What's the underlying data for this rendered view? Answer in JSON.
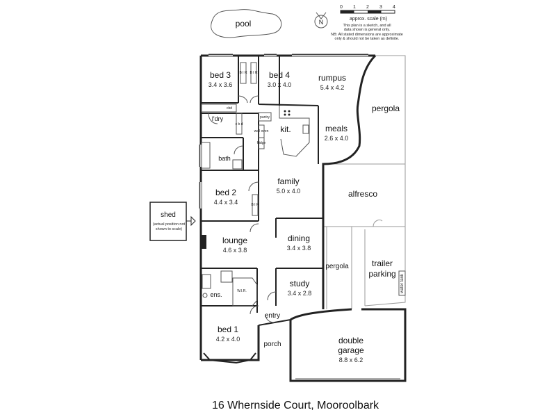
{
  "address": "16 Whernside Court, Mooroolbark",
  "pool_label": "pool",
  "scale": {
    "ticks": [
      "0",
      "1",
      "2",
      "3",
      "4"
    ],
    "label": "approx. scale (m)",
    "note_lines": [
      "This plan is a sketch, and all",
      "data shown is general only.",
      "NB: All stated dimensions are approximate",
      "only & should not be taken as definite."
    ]
  },
  "compass_letter": "N",
  "rooms": {
    "bed3": {
      "name": "bed 3",
      "dims": "3.4 x 3.6"
    },
    "bed4": {
      "name": "bed 4",
      "dims": "3.0 x 4.0"
    },
    "rumpus": {
      "name": "rumpus",
      "dims": "5.4 x 4.2"
    },
    "pergola_top": {
      "name": "pergola"
    },
    "meals": {
      "name": "meals",
      "dims": "2.6 x 4.0"
    },
    "kit": {
      "name": "kit."
    },
    "ldry": {
      "name": "l'dry"
    },
    "bath": {
      "name": "bath"
    },
    "family": {
      "name": "family",
      "dims": "5.0 x 4.0"
    },
    "alfresco": {
      "name": "alfresco"
    },
    "bed2": {
      "name": "bed 2",
      "dims": "4.4 x 3.4"
    },
    "shed": {
      "name": "shed",
      "note_line1": "(actual position not",
      "note_line2": "shown to scale)"
    },
    "lounge": {
      "name": "lounge",
      "dims": "4.6 x 3.8"
    },
    "dining": {
      "name": "dining",
      "dims": "3.4 x 3.8"
    },
    "pergola_mid": {
      "name": "pergola"
    },
    "trailer": {
      "name_line1": "trailer",
      "name_line2": "parking"
    },
    "water_tank": {
      "name": "water tank"
    },
    "study": {
      "name": "study",
      "dims": "3.4 x 2.8"
    },
    "ens": {
      "name": "ens."
    },
    "wir": {
      "name": "W.I.R."
    },
    "entry": {
      "name": "entry"
    },
    "bed1": {
      "name": "bed 1",
      "dims": "4.2 x 4.0"
    },
    "porch": {
      "name": "porch"
    },
    "garage": {
      "name_line1": "double",
      "name_line2": "garage",
      "dims": "8.8 x 6.2"
    }
  },
  "fixtures": {
    "bir_left": "B I R",
    "bir_right": "B I R",
    "bir_bed2": "B I R",
    "pantry": "pantry",
    "wall_oven": "wall oven",
    "fridge": "fridge",
    "ldry_cupboard": "cbd",
    "ldry_cupboard2": "c b d"
  }
}
